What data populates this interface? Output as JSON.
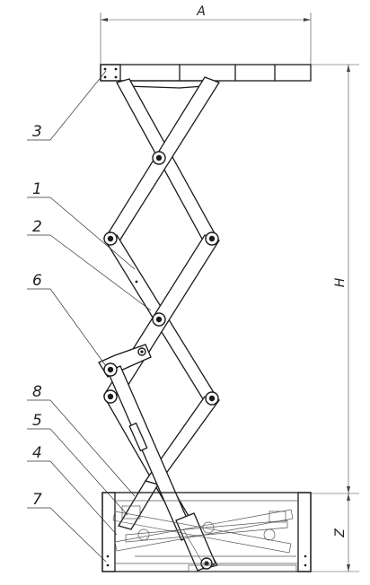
{
  "dimensions": {
    "width_label": "A",
    "height_label": "H",
    "base_height_label": "Z"
  },
  "callouts": [
    {
      "id": "callout-3",
      "text": "3"
    },
    {
      "id": "callout-1",
      "text": "1"
    },
    {
      "id": "callout-2",
      "text": "2"
    },
    {
      "id": "callout-6",
      "text": "6"
    },
    {
      "id": "callout-8",
      "text": "8"
    },
    {
      "id": "callout-5",
      "text": "5"
    },
    {
      "id": "callout-4",
      "text": "4"
    },
    {
      "id": "callout-7",
      "text": "7"
    }
  ]
}
